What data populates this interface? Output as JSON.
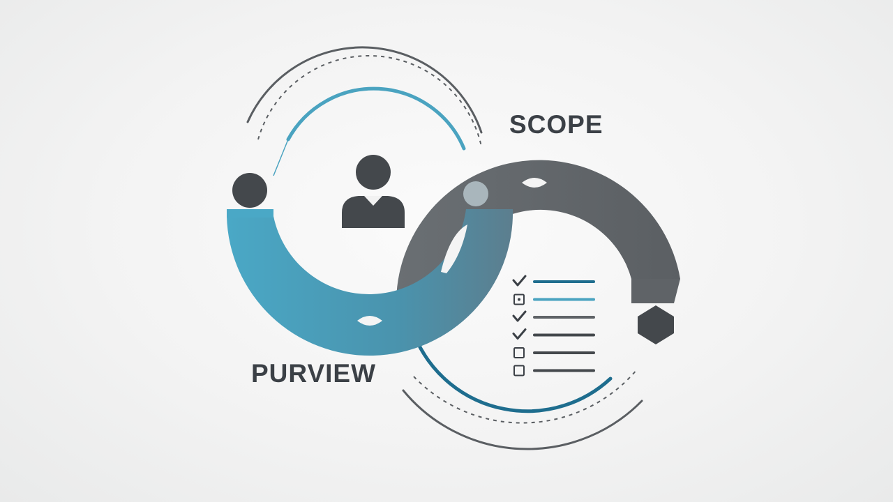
{
  "labels": {
    "scope": "SCOPE",
    "purview": "PURVIEW"
  },
  "icons": {
    "person": "person-icon",
    "checklist": "checklist-icon"
  },
  "checklist": [
    {
      "state": "checked"
    },
    {
      "state": "dot"
    },
    {
      "state": "checked"
    },
    {
      "state": "checked"
    },
    {
      "state": "unchecked"
    },
    {
      "state": "unchecked"
    }
  ],
  "colors": {
    "background": "#f2f2f2",
    "teal": "#4aa3c0",
    "teal_dark": "#1e6d8e",
    "slate": "#5f6367",
    "slate_dark": "#44484c",
    "text": "#3b4046"
  }
}
